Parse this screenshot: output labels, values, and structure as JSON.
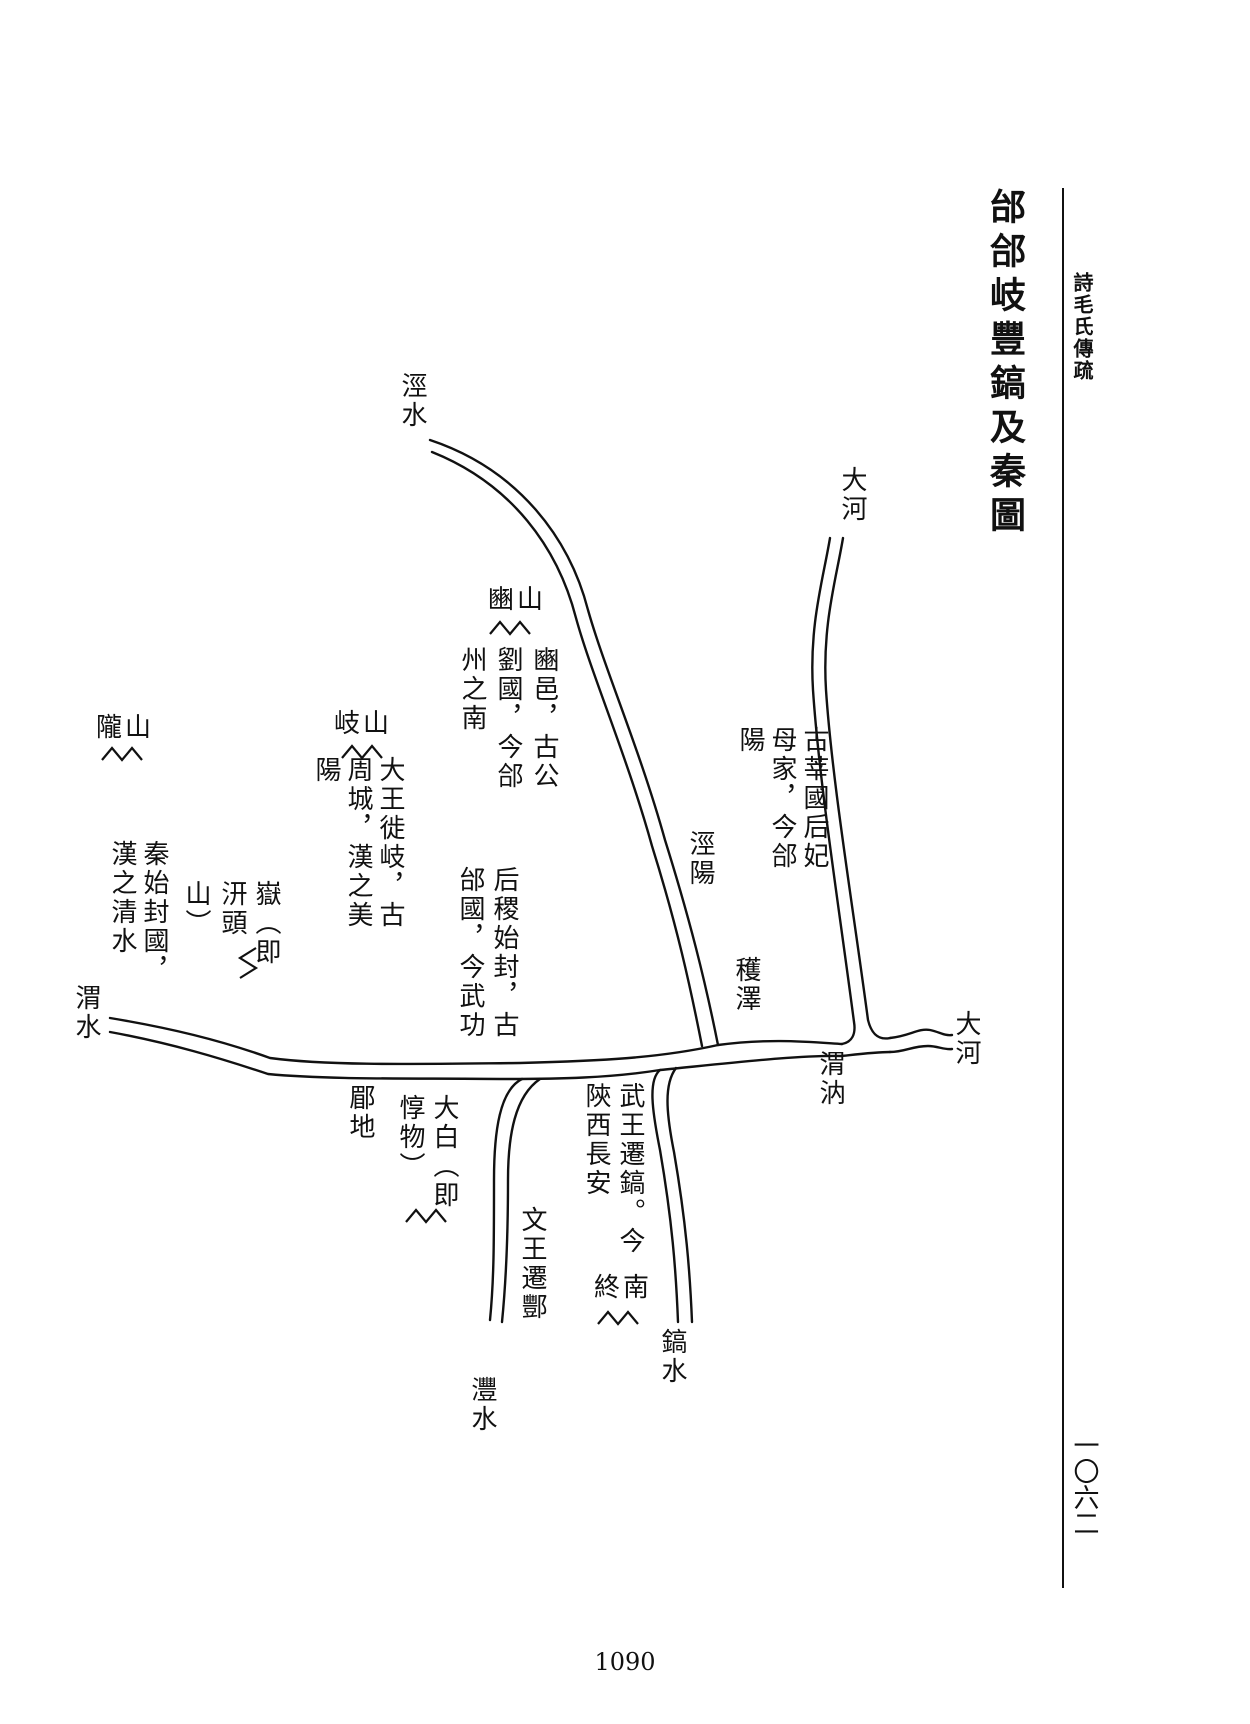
{
  "header": {
    "title": "邰郃岐豐鎬及秦圖",
    "book": "詩毛氏傳疏",
    "folio": "一〇六二"
  },
  "footer": {
    "page_number": "1090"
  },
  "labels": {
    "jing_shui": "涇水",
    "da_he_top": "大河",
    "da_he_right": "大河",
    "bin_shan": "豳山",
    "bin_note": [
      "豳邑，古公",
      "劉國，今郃",
      "州之南"
    ],
    "qi_shan": "岐山",
    "qi_note": [
      "大王徙岐，古",
      "周城，漢之美",
      "陽"
    ],
    "long_shan": "隴山",
    "qin_note": [
      "秦始封國，",
      "漢之清水"
    ],
    "yue_note": [
      "嶽（即",
      "汧頭",
      "山）"
    ],
    "xin_note": [
      "古莘國后妃",
      "母家，今郃",
      "陽"
    ],
    "jing_yang": "涇陽",
    "tai_note": [
      "后稷始封，古",
      "邰國，今武功"
    ],
    "qi_ze": "穫澤",
    "wei_shui": "渭水",
    "wei_rui": "渭汭",
    "bei_di": "郿地",
    "tai_bai_note": [
      "大白（即",
      "惇物）"
    ],
    "wu_wang_note": [
      "武王遷鎬。今",
      "陝西長安"
    ],
    "zhong_nan": "終南",
    "wen_wang_note": "文王遷酆",
    "feng_shui": "灃水",
    "hao_shui": "鎬水"
  }
}
